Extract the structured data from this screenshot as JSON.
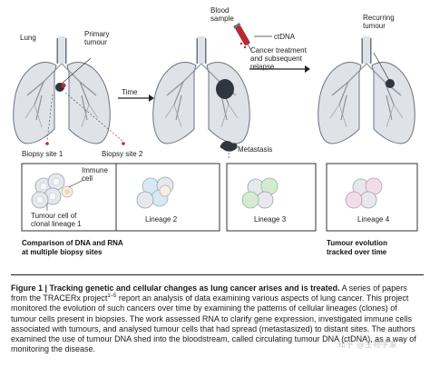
{
  "diagram": {
    "labels": {
      "lung": "Lung",
      "primary_tumour": [
        "Primary",
        "tumour"
      ],
      "time": "Time",
      "blood_sample": [
        "Blood",
        "sample"
      ],
      "ctdna": "ctDNA",
      "treatment": [
        "Cancer treatment",
        "and subsequent",
        "relapse"
      ],
      "recurring_tumour": [
        "Recurring",
        "tumour"
      ],
      "metastasis": "Metastasis",
      "biopsy_site_1": "Biopsy site 1",
      "biopsy_site_2": "Biopsy site 2",
      "immune_cell": [
        "Immune",
        "cell"
      ],
      "tumour_cell": [
        "Tumour cell of",
        "clonal lineage 1"
      ],
      "lineage_2": "Lineage 2",
      "lineage_3": "Lineage 3",
      "lineage_4": "Lineage 4",
      "comparison": [
        "Comparison of DNA and RNA",
        "at multiple biopsy sites"
      ],
      "evolution": [
        "Tumour evolution",
        "tracked over time"
      ]
    },
    "colors": {
      "lung_fill": "#dfe3e8",
      "lung_outline": "#6b7480",
      "tumour": "#2f3640",
      "blood_red": "#c0282f",
      "lineage_2": "#d8e9f3",
      "lineage_3": "#d4ead2",
      "lineage_4": "#f1dde8",
      "cell_gray": "#e6e8ec"
    },
    "icons": [
      "syringe-icon",
      "tube-icon"
    ]
  },
  "caption": {
    "figure_label": "Figure 1 | Tracking genetic and cellular changes as lung cancer arises and is treated.",
    "text_1": " A series of papers from the TRACERx project",
    "refs": "1–5",
    "text_2": " report an analysis of data examining various aspects of lung cancer. This project monitored the evolution of such cancers over time by examining the patterns of cellular lineages (clones) of tumour cells present in biopsies. The work assessed RNA to clarify gene expression, investigated immune cells associated with tumours, and analysed tumour cells that had spread (metastasized) to distant sites. The authors examined the use of tumour DNA shed into the bloodstream, called circulating tumour DNA (ctDNA), as a way of monitoring the disease."
  },
  "watermark": "知乎 @生物学家"
}
